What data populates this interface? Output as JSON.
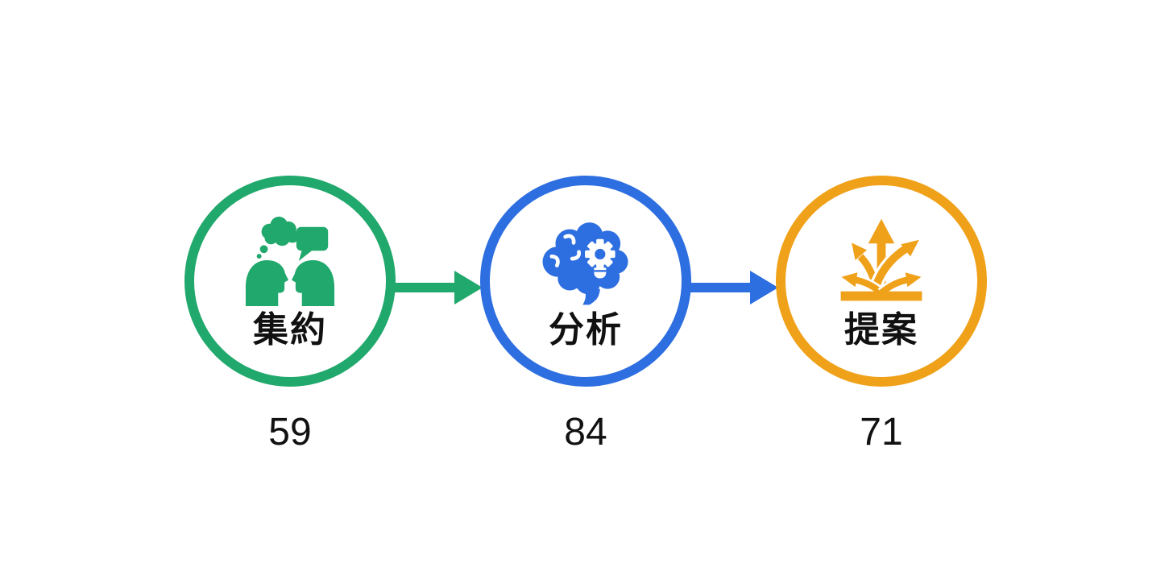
{
  "diagram": {
    "background": "#ffffff",
    "text_color": "#111111",
    "steps": [
      {
        "name": "aggregate",
        "label": "集約",
        "value": "59",
        "color": "#21A86C",
        "icon": "conversation-thought-speech-icon"
      },
      {
        "name": "analyze",
        "label": "分析",
        "value": "84",
        "color": "#2D6EE0",
        "icon": "brain-gear-idea-icon"
      },
      {
        "name": "propose",
        "label": "提案",
        "value": "71",
        "color": "#F0A11A",
        "icon": "branching-arrows-icon"
      }
    ],
    "connectors": [
      {
        "from": "集約",
        "to": "分析",
        "color": "#21A86C"
      },
      {
        "from": "分析",
        "to": "提案",
        "color": "#2D6EE0"
      }
    ]
  }
}
